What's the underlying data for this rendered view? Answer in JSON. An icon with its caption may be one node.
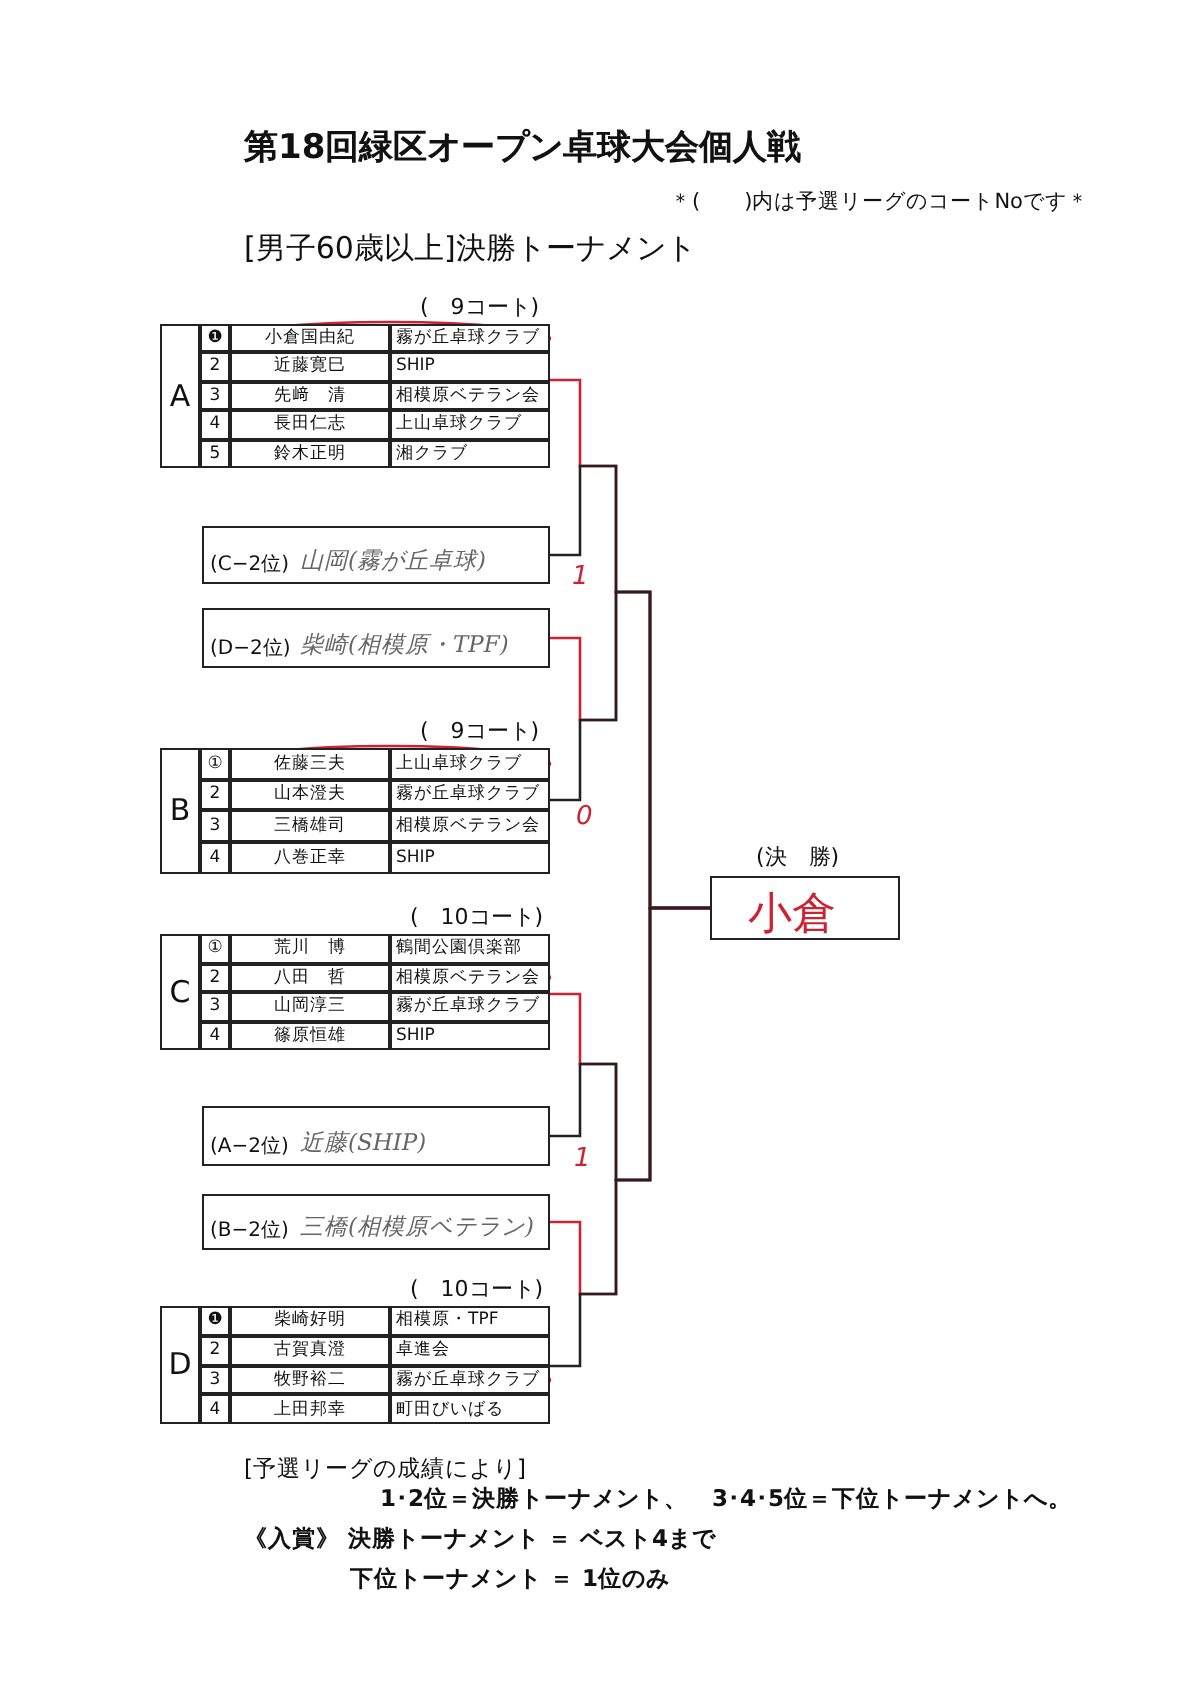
{
  "diagram": {
    "title": "第18回緑区オープン卓球大会個人戦",
    "nodes": [
      {
        "text": [
          "A",
          "❶",
          "小倉国由紀",
          "霧が丘卓球クラブ",
          "2",
          "近藤寛巳",
          "SHIP",
          "3",
          "先﨑　清",
          "相模原ベテラン会",
          "4",
          "長田仁志",
          "上山卓球クラブ",
          "5",
          "鈴木正明",
          "湘クラブ"
        ],
        "beside": [
          "(　9コート)"
        ]
      },
      {
        "text": [
          "(C−2位)",
          "山岡(霧が丘卓球)"
        ]
      },
      {
        "text": [
          "(D−2位)",
          "柴崎(相模原・TPF)"
        ]
      },
      {
        "text": [
          "B",
          "①",
          "佐藤三夫",
          "上山卓球クラブ",
          "2",
          "山本澄夫",
          "霧が丘卓球クラブ",
          "3",
          "三橋雄司",
          "相模原ベテラン会",
          "4",
          "八巻正幸",
          "SHIP"
        ],
        "beside": [
          "(　9コート)"
        ]
      },
      {
        "text": [
          "C",
          "①",
          "荒川　博",
          "鶴間公園倶楽部",
          "2",
          "八田　哲",
          "相模原ベテラン会",
          "3",
          "山岡淳三",
          "霧が丘卓球クラブ",
          "4",
          "篠原恒雄",
          "SHIP"
        ],
        "beside": [
          "(　10コート)"
        ]
      },
      {
        "text": [
          "(A−2位)",
          "近藤(SHIP)"
        ]
      },
      {
        "text": [
          "(B−2位)",
          "三橋(相模原ベテラン)"
        ]
      },
      {
        "text": [
          "D",
          "❶",
          "柴崎好明",
          "相模原・TPF",
          "2",
          "古賀真澄",
          "卓進会",
          "3",
          "牧野裕二",
          "霧が丘卓球クラブ",
          "4",
          "上田邦幸",
          "町田びいばる"
        ],
        "beside": [
          "(　10コート)"
        ]
      },
      {
        "text": [
          "小倉"
        ],
        "beside": [
          "(決　勝)"
        ]
      }
    ],
    "edges": [
      {
        "from": 0,
        "to": 8,
        "arrow": "none",
        "color": "#cc2233"
      },
      {
        "from": 1,
        "to": 8,
        "arrow": "none",
        "color": "#222222"
      },
      {
        "from": 2,
        "to": 8,
        "arrow": "none",
        "color": "#cc2233"
      },
      {
        "from": 3,
        "to": 8,
        "arrow": "none",
        "color": "#222222"
      },
      {
        "from": 4,
        "to": 8,
        "arrow": "none",
        "color": "#cc2233"
      },
      {
        "from": 5,
        "to": 8,
        "arrow": "none",
        "color": "#222222"
      },
      {
        "from": 6,
        "to": 8,
        "arrow": "none",
        "color": "#cc2233"
      },
      {
        "from": 7,
        "to": 8,
        "arrow": "none",
        "color": "#222222"
      }
    ],
    "labels": [
      "＊(　　)内は予選リーグのコートNoです＊",
      "[男子60歳以上]決勝トーナメント",
      "1",
      "0",
      "1",
      "[予選リーグの成績により]",
      "1･2位＝決勝トーナメント、　3･4･5位＝下位トーナメントへ。",
      "《入賞》 決勝トーナメント ＝ ベスト4まで",
      "下位トーナメント ＝ 1位のみ"
    ]
  }
}
